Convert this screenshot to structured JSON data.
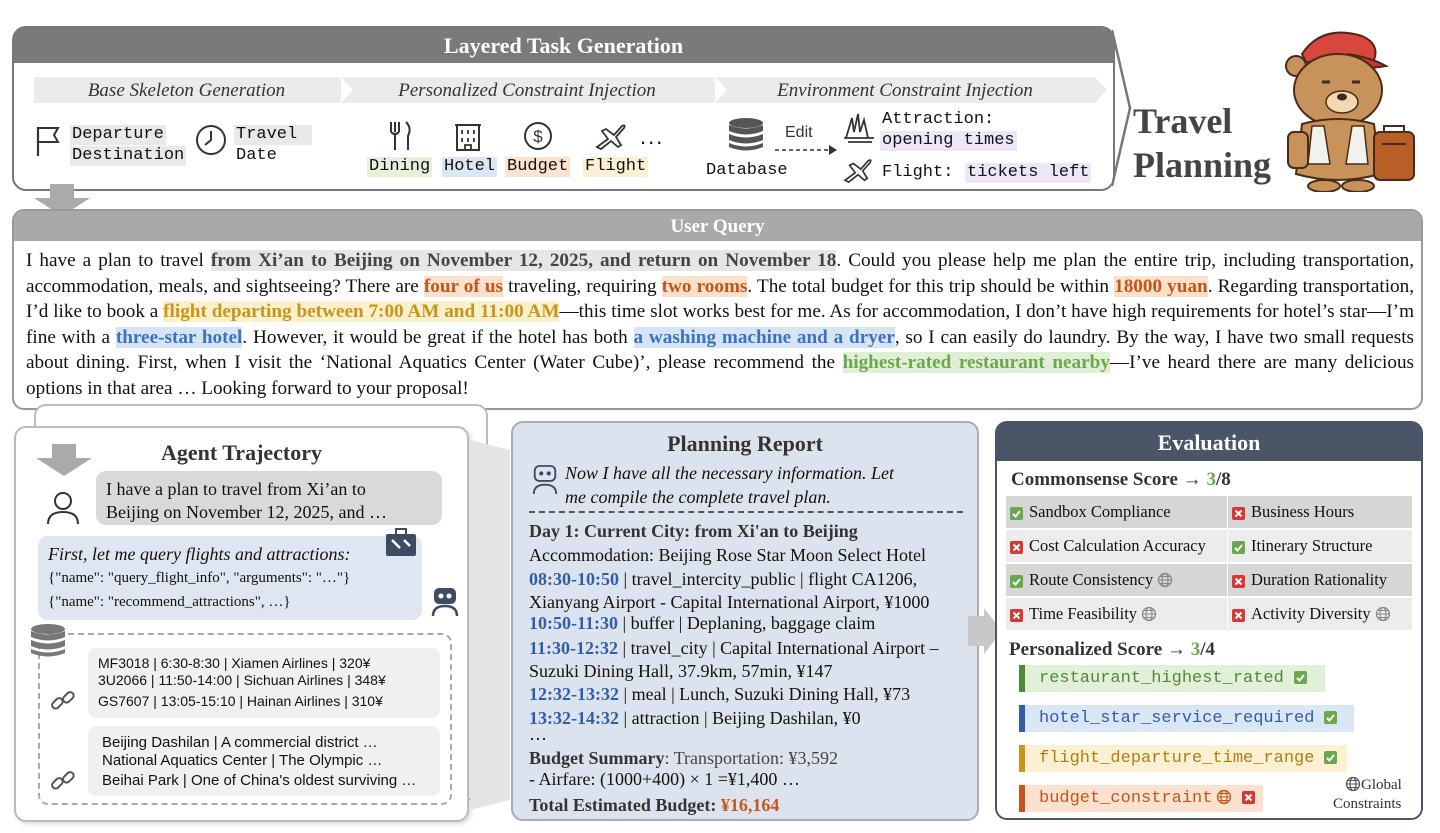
{
  "layered": {
    "title": "Layered Task Generation",
    "stages": [
      "Base Skeleton Generation",
      "Personalized Constraint Injection",
      "Environment Constraint Injection"
    ],
    "base": {
      "departure": "Departure",
      "destination": "Destination",
      "travel": "Travel",
      "date": "Date"
    },
    "personal": {
      "dining": "Dining",
      "hotel": "Hotel",
      "budget": "Budget",
      "flight": "Flight",
      "ellipsis": "..."
    },
    "env": {
      "database": "Database",
      "edit": "Edit",
      "attraction_label": "Attraction:",
      "attraction_value": "opening times",
      "flight_label": "Flight:",
      "flight_value": "tickets left"
    }
  },
  "travel_planning": {
    "line1": "Travel",
    "line2": "Planning"
  },
  "query": {
    "title": "User Query",
    "p1": "I have a plan to travel ",
    "h1": "from Xi’an to Beijing on November 12, 2025, and return on November 18",
    "p2": ". Could you please help me plan the entire trip, including transportation, accommodation, meals, and sightseeing? There are ",
    "h2": "four of us",
    "p3": " traveling, requiring ",
    "h3": "two rooms",
    "p4": ". The total budget for this trip should be within ",
    "h4": "18000 yuan",
    "p5": ". Regarding transportation, I’d like to book a ",
    "h5": "flight departing between 7:00 AM and 11:00 AM",
    "p6": "—this time slot works best for me. As for accommodation, I don’t have high requirements for hotel’s star—I’m fine with a ",
    "h6": "three-star hotel",
    "p7": ". However, it would be great if the hotel has both ",
    "h7": "a washing machine and a dryer",
    "p8": ", so I can easily do laundry. By the way, I have two small requests about dining. First, when I visit the ‘National Aquatics Center (Water Cube)’, please recommend the ",
    "h8": "highest-rated restaurant nearby",
    "p9": "—I’ve heard there are many delicious options in that area … Looking forward to your proposal!"
  },
  "trajectory": {
    "title": "Agent Trajectory",
    "user_msg_1": "I have a plan to travel from Xi’an to",
    "user_msg_2": "Beijing on November 12, 2025, and …",
    "agent_thought": "First, let me query flights and attractions:",
    "call1": "{\"name\": \"query_flight_info\", \"arguments\": \"…\"}",
    "call2": "{\"name\": \"recommend_attractions\", …}",
    "flights": [
      "MF3018 | 6:30-8:30 | Xiamen Airlines | 320¥",
      "3U2066 | 11:50-14:00 | Sichuan Airlines | 348¥",
      "GS7607 | 13:05-15:10 | Hainan Airlines | 310¥"
    ],
    "attractions": [
      "Beijing Dashilan | A commercial district …",
      "National Aquatics Center |  The Olympic …",
      "Beihai Park | One of China's oldest surviving …"
    ]
  },
  "report": {
    "title": "Planning Report",
    "thought_1": "Now I have all the necessary information. Let",
    "thought_2": "me compile the complete travel plan.",
    "day": "Day 1: Current City: from Xi'an to Beijing",
    "accommodation": "Accommodation: Beijing Rose Star Moon Select Hotel",
    "items": [
      {
        "time": "08:30-10:50",
        "text": " | travel_intercity_public | flight CA1206,"
      },
      {
        "time": "",
        "text": "Xianyang Airport - Capital International Airport, ¥1000"
      },
      {
        "time": "10:50-11:30",
        "text": " | buffer | Deplaning, baggage claim"
      },
      {
        "time": "11:30-12:32",
        "text": " | travel_city | Capital International Airport –"
      },
      {
        "time": "",
        "text": "Suzuki Dining Hall, 37.9km, 57min, ¥147"
      },
      {
        "time": "12:32-13:32",
        "text": " | meal | Lunch, Suzuki Dining Hall, ¥73"
      },
      {
        "time": "13:32-14:32",
        "text": " | attraction | Beijing Dashilan, ¥0"
      }
    ],
    "ellipsis": "…",
    "budget_label": "Budget Summary",
    "budget_text": ": Transportation: ¥3,592",
    "airfare": "- Airfare: (1000+400) × 1 =¥1,400 …",
    "total_label": "Total Estimated Budget: ",
    "total_value": "¥16,164"
  },
  "evaluation": {
    "title": "Evaluation",
    "commonsense_label": "Commonsense Score → ",
    "commonsense_pass": "3",
    "commonsense_total": "/8",
    "checks": [
      {
        "label": "Sandbox Compliance",
        "pass": true,
        "global": false
      },
      {
        "label": "Business Hours",
        "pass": false,
        "global": false
      },
      {
        "label": "Cost Calculation Accuracy",
        "pass": false,
        "global": false
      },
      {
        "label": "Itinerary Structure",
        "pass": true,
        "global": false
      },
      {
        "label": "Route Consistency",
        "pass": true,
        "global": true
      },
      {
        "label": "Duration Rationality",
        "pass": false,
        "global": false
      },
      {
        "label": "Time Feasibility",
        "pass": false,
        "global": true
      },
      {
        "label": "Activity Diversity",
        "pass": false,
        "global": true
      }
    ],
    "personal_label": "Personalized Score → ",
    "personal_pass": "3",
    "personal_total": "/4",
    "personal": [
      {
        "label": "restaurant_highest_rated",
        "pass": true
      },
      {
        "label": "hotel_star_service_required",
        "pass": true
      },
      {
        "label": "flight_departure_time_range",
        "pass": true
      },
      {
        "label": "budget_constraint",
        "pass": false
      }
    ],
    "legend_1": "Global",
    "legend_2": "Constraints"
  },
  "colors": {
    "green": "#6aa84f",
    "red": "#d93636",
    "blue": "#3b73c0",
    "orange": "#c4561a",
    "yellow": "#c8961a"
  }
}
